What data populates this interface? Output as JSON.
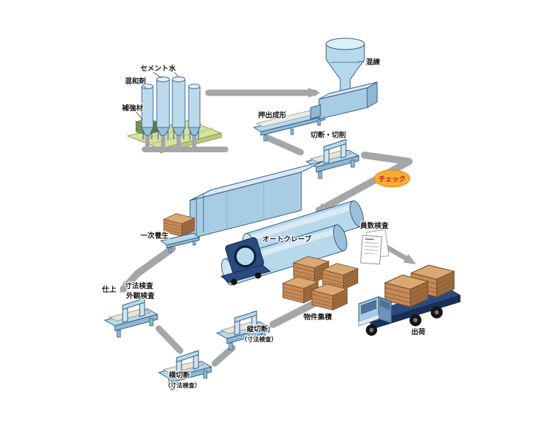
{
  "diagram": {
    "materials": {
      "reinforcement": "補強材",
      "admixture": "混和剤",
      "cement": "セメント",
      "water": "水"
    },
    "process": {
      "mixing": "混練",
      "extrusion": "押出成形",
      "cutting": "切断・切削",
      "check": "チェック",
      "primary_curing": "一次養生",
      "autoclave": "オートクレーブ",
      "count_inspection": "員数検査",
      "stacking": "物件集積",
      "finishing": "仕上",
      "dimension_inspection": "寸法検査",
      "visual_inspection": "外観検査",
      "vertical_cutting": "縦切断",
      "horizontal_cutting": "横切断",
      "dimension_note": "（寸法検査）",
      "shipping": "出荷"
    },
    "colors": {
      "machine_blue": "#b8d9ec",
      "machine_blue_dark": "#8fb8d4",
      "machine_outline": "#33597a",
      "flow_gray": "#a3a7aa",
      "panel_brown": "#c58a58",
      "check_badge_orange": "#f9aa33",
      "check_text_red": "#c0181f",
      "truck_navy": "#2b4a7e",
      "platform_green": "#d6e2a0"
    }
  }
}
